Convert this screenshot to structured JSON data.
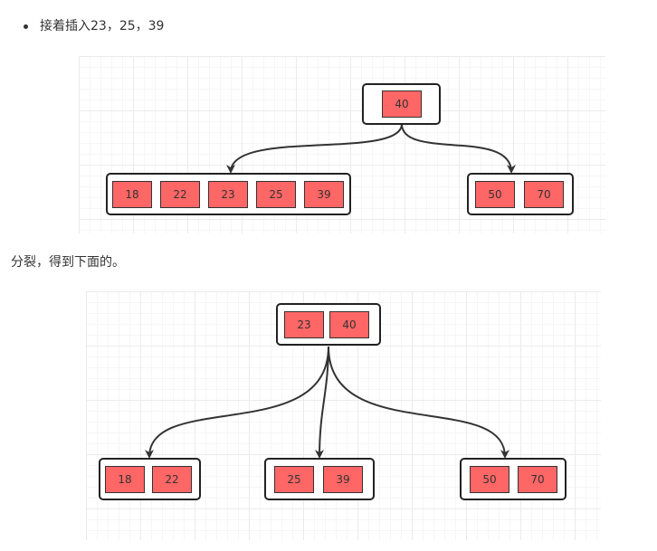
{
  "intro": {
    "bullet_text": "接着插入23，25，39"
  },
  "diagram_before": {
    "root": {
      "keys": [
        "40"
      ]
    },
    "children": [
      {
        "keys": [
          "18",
          "22",
          "23",
          "25",
          "39"
        ]
      },
      {
        "keys": [
          "50",
          "70"
        ]
      }
    ]
  },
  "split_text": "分裂，得到下面的。",
  "diagram_after": {
    "root": {
      "keys": [
        "23",
        "40"
      ]
    },
    "children": [
      {
        "keys": [
          "18",
          "22"
        ]
      },
      {
        "keys": [
          "25",
          "39"
        ]
      },
      {
        "keys": [
          "50",
          "70"
        ]
      }
    ]
  },
  "colors": {
    "key_fill": "#ff6666",
    "key_border": "#333333",
    "node_border": "#222222",
    "edge": "#333333",
    "grid_major": "#ebebeb",
    "grid_minor": "#f6f6f6"
  }
}
